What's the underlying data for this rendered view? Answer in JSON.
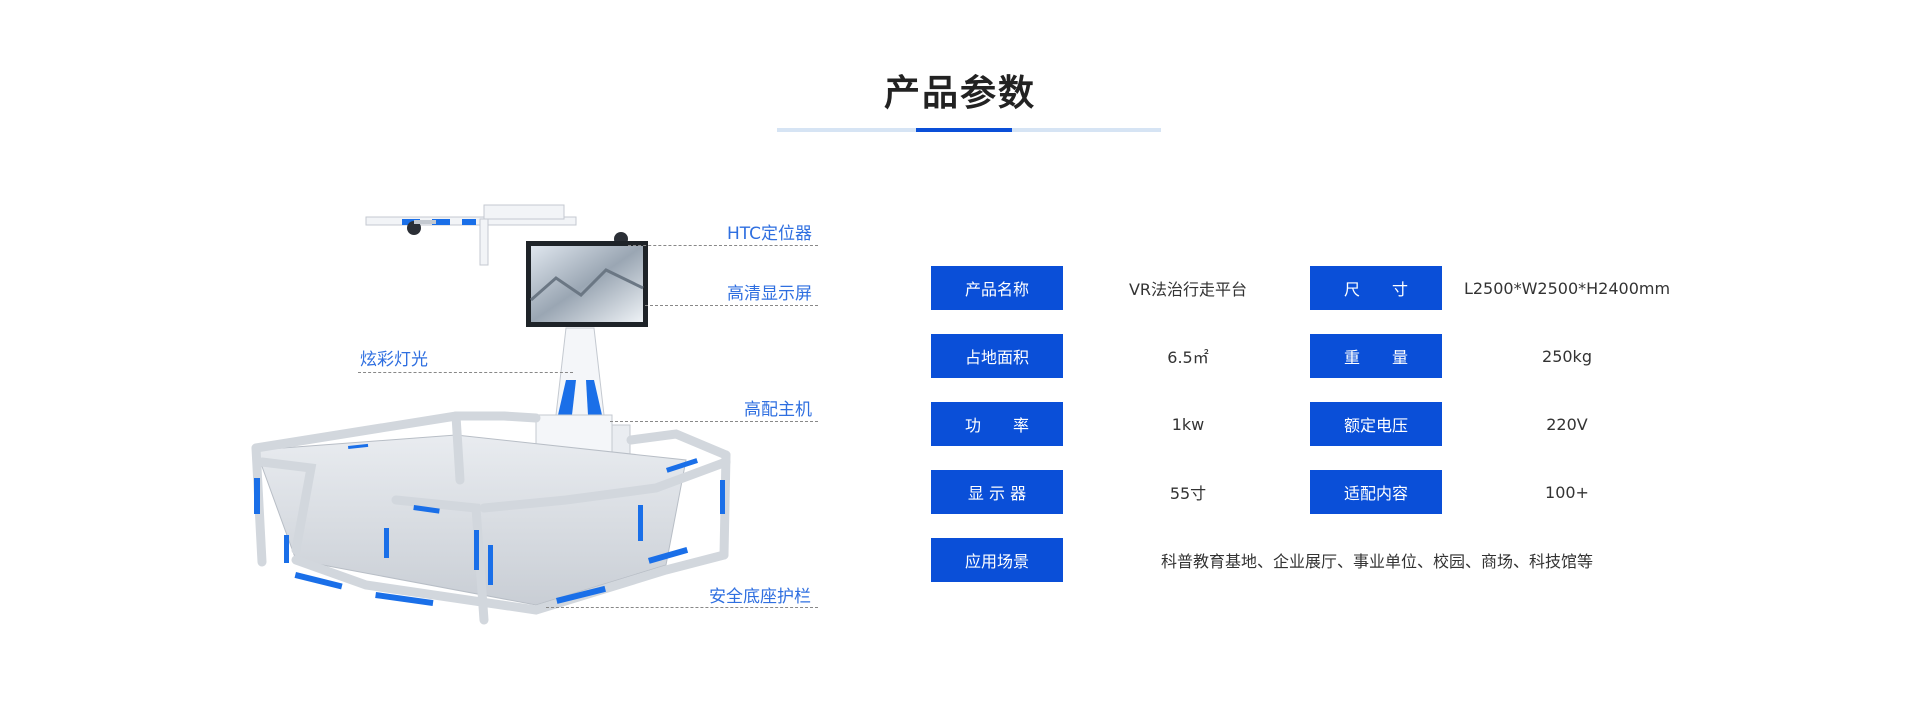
{
  "section": {
    "title": "产品参数"
  },
  "product": {
    "callouts": {
      "htc": "HTC定位器",
      "display": "高清显示屏",
      "lighting": "炫彩灯光",
      "host": "高配主机",
      "fence": "安全底座护栏"
    }
  },
  "specs": [
    {
      "label": "产品名称",
      "value": "VR法治行走平台"
    },
    {
      "label": "尺　　寸",
      "value": "L2500*W2500*H2400mm"
    },
    {
      "label": "占地面积",
      "value": "6.5㎡"
    },
    {
      "label": "重　　量",
      "value": "250kg"
    },
    {
      "label": "功　　率",
      "value": "1kw"
    },
    {
      "label": "额定电压",
      "value": "220V"
    },
    {
      "label": "显 示 器",
      "value": "55寸"
    },
    {
      "label": "适配内容",
      "value": "100+"
    },
    {
      "label": "应用场景",
      "value": "科普教育基地、企业展厅、事业单位、校园、商场、科技馆等"
    }
  ],
  "colors": {
    "accent": "#0a4fd8",
    "callout": "#2f6fe0",
    "line_light": "#d6e4f4"
  }
}
